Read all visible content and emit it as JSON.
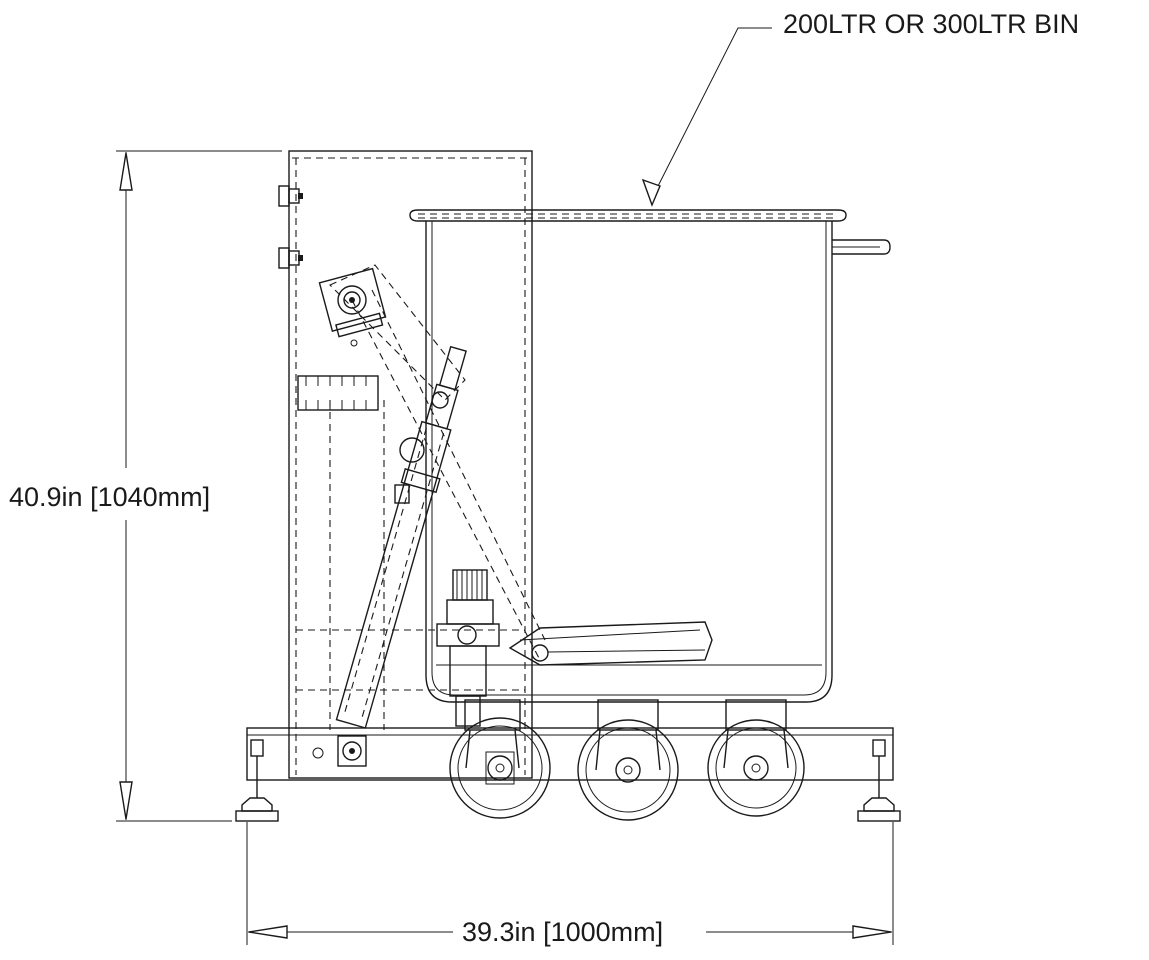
{
  "callouts": {
    "bin_label": "200LTR OR 300LTR BIN"
  },
  "dimensions": {
    "height_label": "40.9in [1040mm]",
    "width_label": "39.3in [1000mm]"
  }
}
